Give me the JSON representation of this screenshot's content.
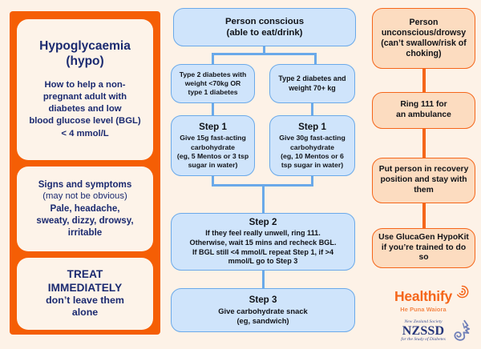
{
  "colors": {
    "background": "#fdf2e7",
    "orange_panel": "#f55e05",
    "cream_card": "#fdf3e9",
    "navy_text": "#1b2a70",
    "blue_fill": "#cfe4fb",
    "blue_border": "#6aa9e9",
    "peach_fill": "#fcdcc0",
    "orange_border": "#f5661a",
    "nzssd_blue": "#25367a"
  },
  "left_panel": {
    "title_card": {
      "heading_line1": "Hypoglycaemia",
      "heading_line2": "(hypo)",
      "subtitle_line1": "How to help a non-",
      "subtitle_line2": "pregnant adult with",
      "subtitle_line3": "diabetes and low",
      "subtitle_line4": "blood glucose level (BGL)",
      "subtitle_line5": "< 4 mmol/L"
    },
    "signs_card": {
      "heading": "Signs and symptoms",
      "note": "(may not be obvious)",
      "body_line1": "Pale, headache,",
      "body_line2": "sweaty, dizzy, drowsy,",
      "body_line3": "irritable"
    },
    "treat_card": {
      "heading_line1": "TREAT",
      "heading_line2": "IMMEDIATELY",
      "sub_line1": "don’t leave them",
      "sub_line2": "alone"
    }
  },
  "conscious_flow": {
    "root": {
      "line1": "Person conscious",
      "line2": "(able to eat/drink)"
    },
    "branch_left": {
      "line1": "Type 2 diabetes with",
      "line2": "weight <70kg OR",
      "line3": "type 1 diabetes"
    },
    "branch_right": {
      "line1": "Type 2 diabetes and",
      "line2": "weight 70+ kg"
    },
    "step1_left": {
      "heading": "Step 1",
      "line1": "Give 15g fast-acting",
      "line2": "carbohydrate",
      "line3": "(eg, 5 Mentos or 3 tsp",
      "line4": "sugar in water)"
    },
    "step1_right": {
      "heading": "Step 1",
      "line1": "Give 30g fast-acting",
      "line2": "carbohydrate",
      "line3": "(eg, 10 Mentos or 6",
      "line4": "tsp sugar in water)"
    },
    "step2": {
      "heading": "Step 2",
      "line1": "If they feel really unwell, ring 111.",
      "line2": "Otherwise, wait 15 mins and recheck BGL.",
      "line3": "If BGL still <4 mmol/L repeat Step 1, if >4",
      "line4": "mmol/L go to Step 3"
    },
    "step3": {
      "heading": "Step 3",
      "line1": "Give carbohydrate snack",
      "line2": "(eg, sandwich)"
    }
  },
  "unconscious_flow": {
    "root": {
      "line1": "Person",
      "line2": "unconscious/drowsy",
      "line3": "(can’t swallow/risk of",
      "line4": "choking)"
    },
    "ambulance": {
      "line1": "Ring 111 for",
      "line2": "an ambulance"
    },
    "recovery": {
      "line1": "Put person in recovery",
      "line2": "position and stay with",
      "line3": "them"
    },
    "hypokit": {
      "line1": "Use GlucaGen HypoKit",
      "line2": "if you’re trained to do so"
    }
  },
  "logos": {
    "healthify": {
      "name": "Healthify",
      "tagline": "He Puna Waiora"
    },
    "nzssd": {
      "top_text": "New Zealand Society",
      "acronym": "NZSSD",
      "bottom_text": "for the Study of Diabetes"
    }
  }
}
